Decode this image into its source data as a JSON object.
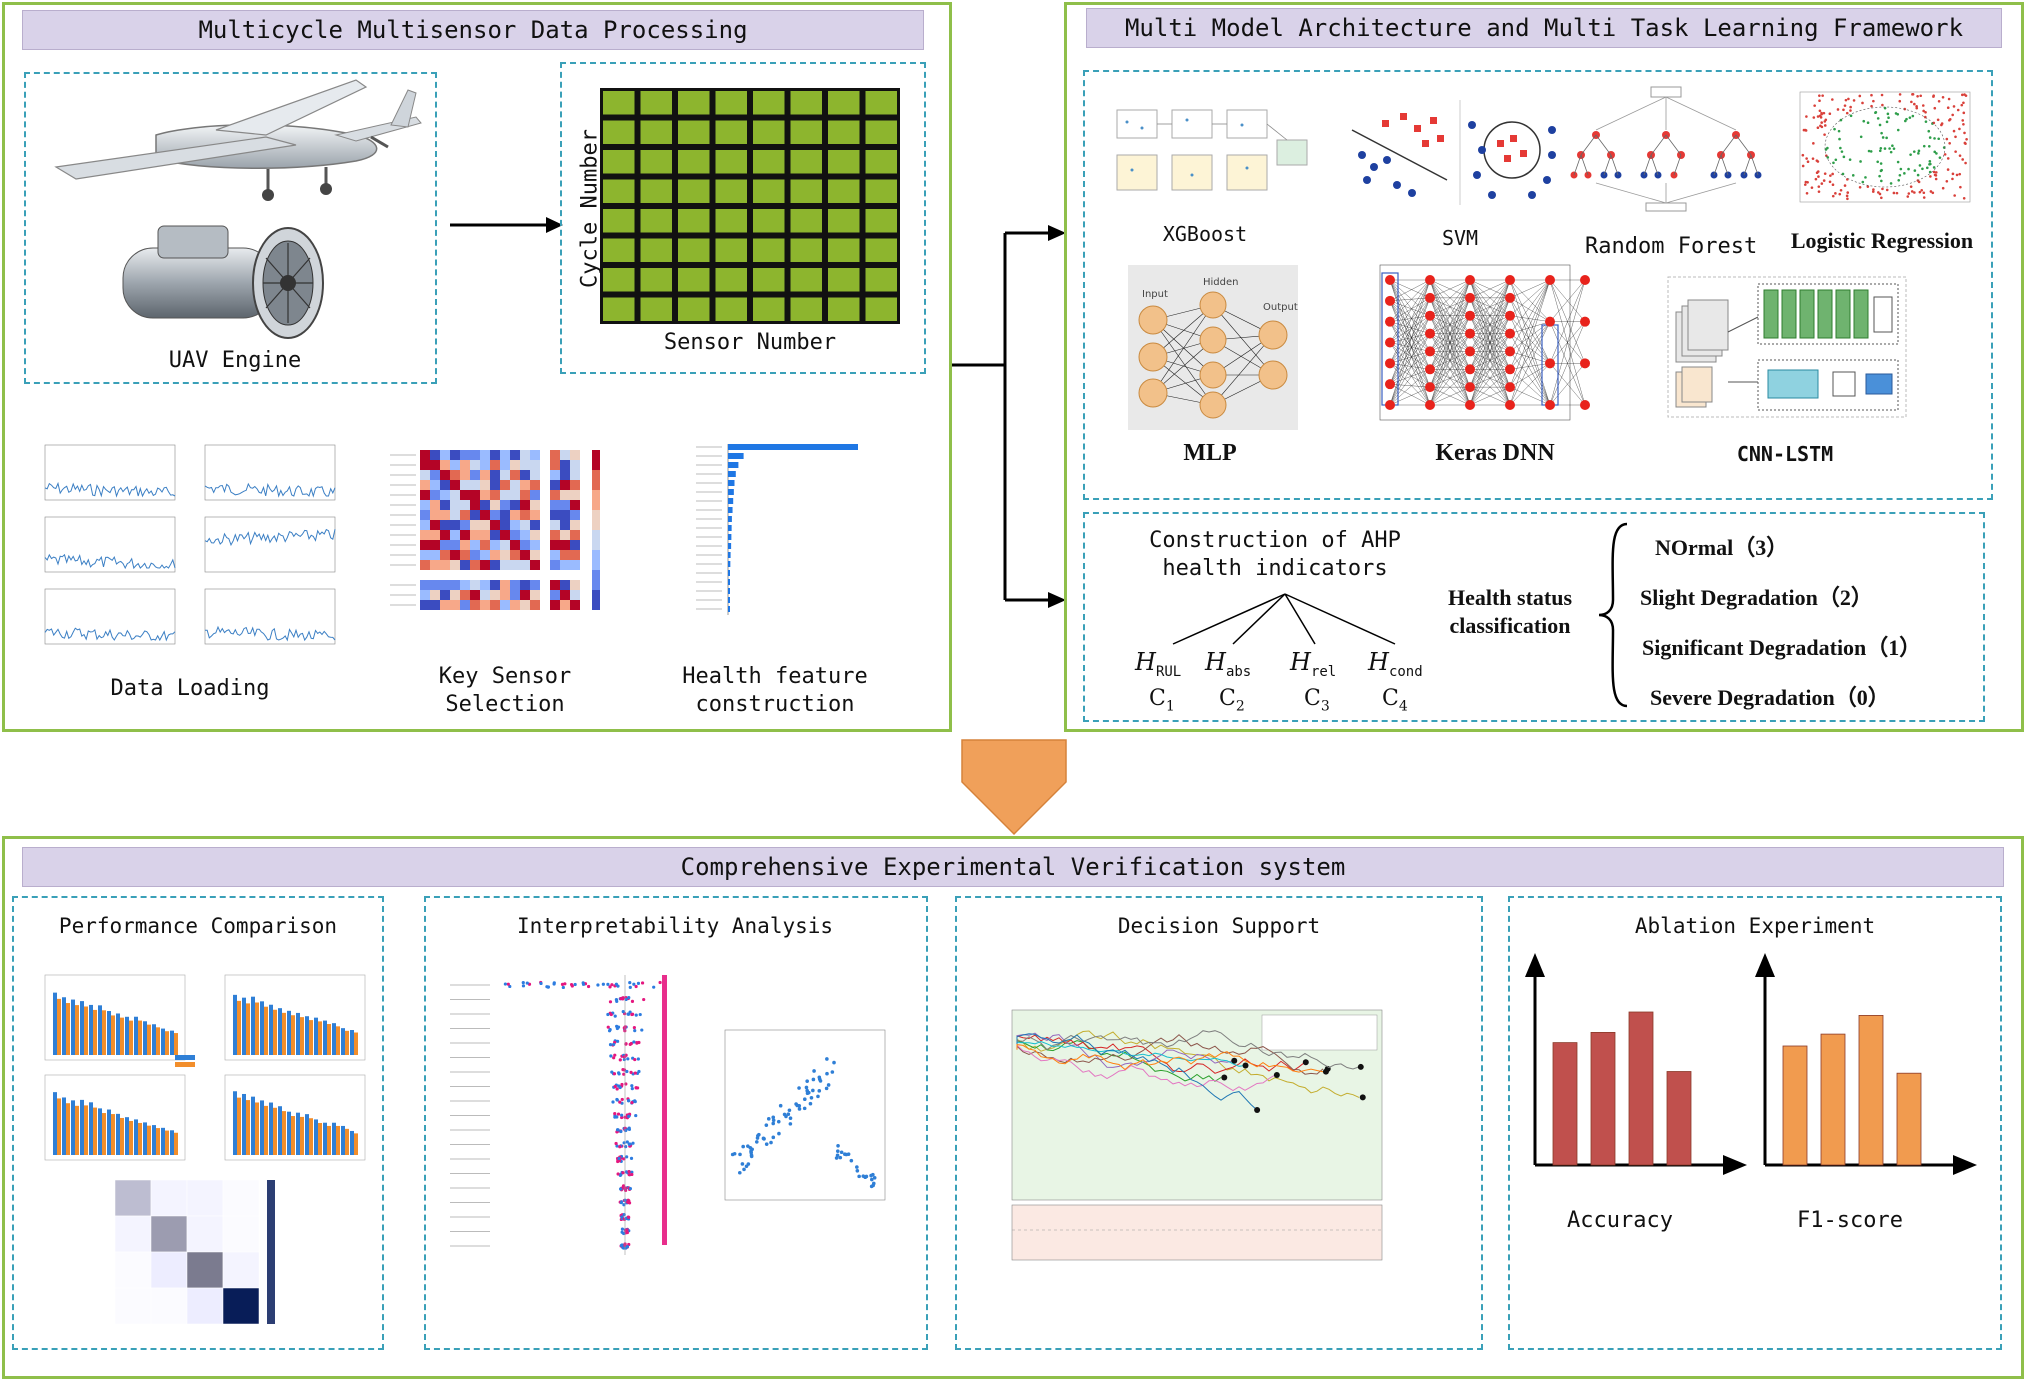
{
  "top_left": {
    "title": "Multicycle Multisensor Data Processing",
    "uav_label": "UAV Engine",
    "matrix_y_label": "Cycle Number",
    "matrix_x_label": "Sensor Number",
    "step1": "Data Loading",
    "step2_line1": "Key Sensor",
    "step2_line2": "Selection",
    "step3_line1": "Health feature",
    "step3_line2": "construction"
  },
  "top_right": {
    "title": "Multi Model Architecture and Multi Task Learning Framework",
    "models": {
      "xgboost": "XGBoost",
      "svm": "SVM",
      "rf": "Random Forest",
      "lr": "Logistic Regression",
      "mlp": "MLP",
      "dnn": "Keras DNN",
      "cnnlstm": "CNN-LSTM"
    },
    "ahp_line1": "Construction of AHP",
    "ahp_line2": "health indicators",
    "indicators": [
      {
        "h": "H",
        "sub": "RUL",
        "c": "C",
        "csub": "1"
      },
      {
        "h": "H",
        "sub": "abs",
        "c": "C",
        "csub": "2"
      },
      {
        "h": "H",
        "sub": "rel",
        "c": "C",
        "csub": "3"
      },
      {
        "h": "H",
        "sub": "cond",
        "c": "C",
        "csub": "4"
      }
    ],
    "health_status_line1": "Health status",
    "health_status_line2": "classification",
    "classes": [
      "NOrmal（3）",
      "Slight Degradation（2）",
      "Significant Degradation（1）",
      "Severe Degradation（0）"
    ]
  },
  "bottom": {
    "title": "Comprehensive Experimental Verification system",
    "perf_title": "Performance Comparison",
    "interp_title": "Interpretability Analysis",
    "decision_title": "Decision Support",
    "ablation_title": "Ablation Experiment",
    "ablation_labels": [
      "Accuracy",
      "F1-score"
    ],
    "ablation_accuracy": [
      0.72,
      0.78,
      0.9,
      0.55
    ],
    "ablation_f1": [
      0.7,
      0.77,
      0.88,
      0.54
    ]
  },
  "colors": {
    "panel_border": "#8fbf4a",
    "title_bg": "#d9d2e9",
    "dashed": "#3aa0b8",
    "matrix_cell": "#8db52e",
    "arrow_fill": "#f0a05a",
    "bar_accuracy": "#c0504d",
    "bar_f1": "#f19b4f"
  }
}
